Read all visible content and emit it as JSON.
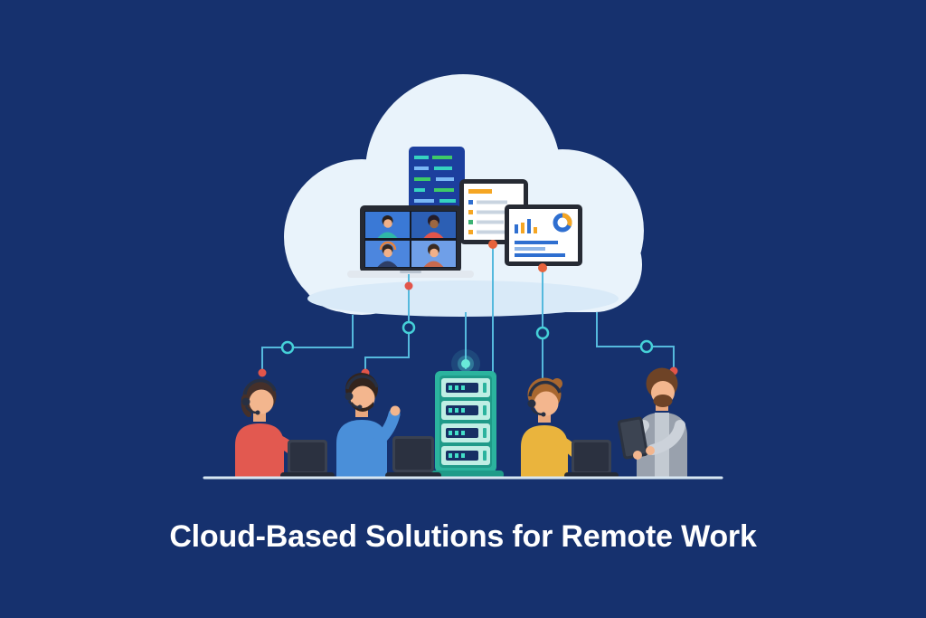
{
  "title": {
    "text": "Cloud-Based Solutions for Remote Work"
  },
  "palette": {
    "background": "#16316e",
    "cloud": "#e9f3fb",
    "cloud_shade": "#d9eaf8",
    "connector_line": "#55b9dd",
    "node_ring": "#45d0d8",
    "node_red": "#e2554a",
    "node_orange": "#e8633c",
    "glow_teal": "#69ead9",
    "server_body": "#2bb39e",
    "server_trim": "#1f9b89",
    "server_unit": "#bfeee4",
    "server_slot": "#173064",
    "desk_line": "#d7e6f2",
    "title_color": "#ffffff",
    "skin": "#f3b68e",
    "shirt_blue": "#4a8fd9",
    "top_red": "#e25950",
    "top_yellow": "#eab43d",
    "vest_gray": "#99a1ad"
  },
  "scene": {
    "cloud": {
      "name": "cloud-icon"
    },
    "devices": [
      {
        "name": "code-screen",
        "depicts": "dark screen with teal code lines"
      },
      {
        "name": "video-call-laptop",
        "depicts": "laptop with 2x2 video meeting grid"
      },
      {
        "name": "checklist-tablet",
        "depicts": "white tablet with colored task list"
      },
      {
        "name": "analytics-screen",
        "depicts": "screen with bar charts and donut chart"
      }
    ],
    "server": {
      "name": "server-rack",
      "units": 4
    },
    "workers": [
      {
        "name": "worker-woman-red",
        "depicts": "woman in red top with headset at laptop"
      },
      {
        "name": "worker-man-blue",
        "depicts": "man in blue shirt with headset at laptop"
      },
      {
        "name": "worker-woman-yellow",
        "depicts": "woman in yellow top with headset at laptop"
      },
      {
        "name": "worker-man-tablet",
        "depicts": "standing man in gray vest holding tablet"
      }
    ]
  }
}
